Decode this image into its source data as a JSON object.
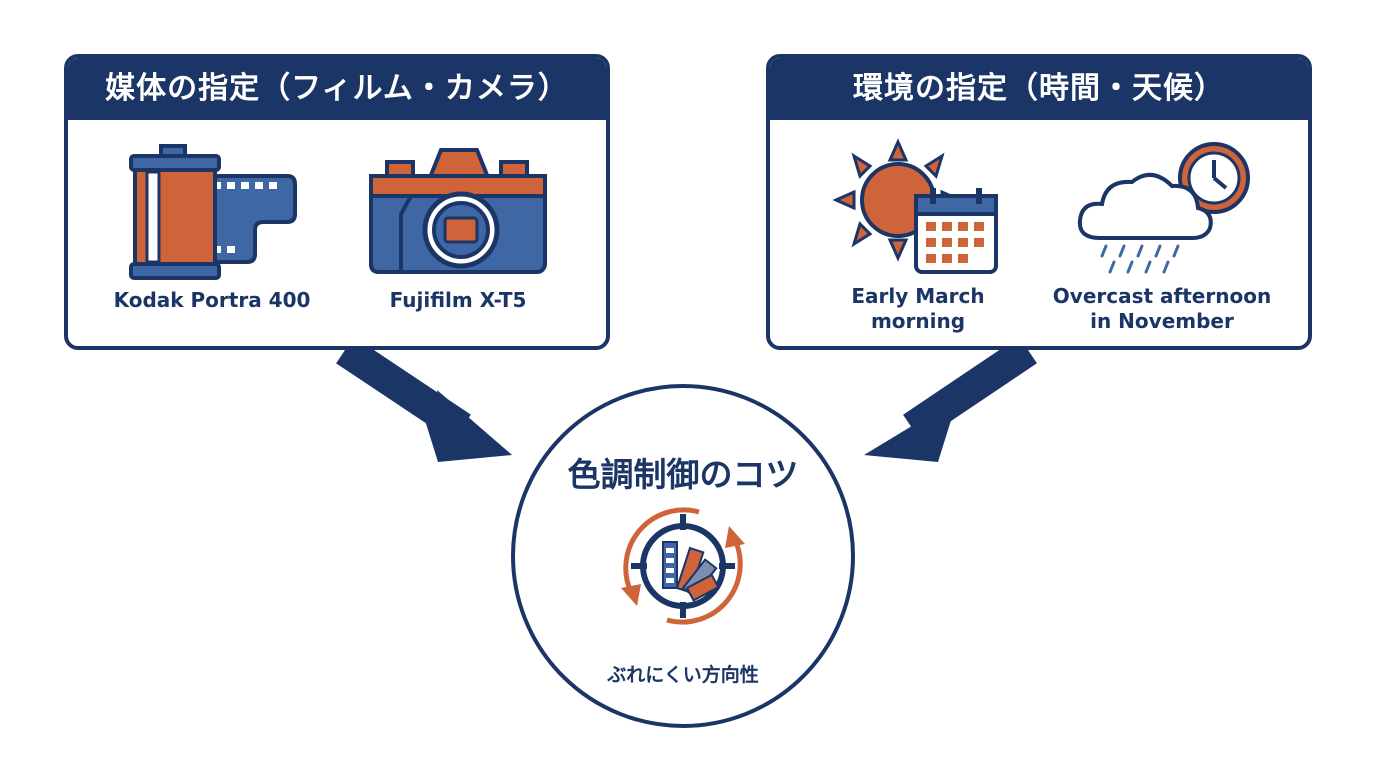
{
  "media_panel": {
    "title": "媒体の指定（フィルム・カメラ）",
    "items": [
      {
        "icon": "film-canister-icon",
        "label": "Kodak Portra 400"
      },
      {
        "icon": "camera-icon",
        "label": "Fujifilm X-T5"
      }
    ]
  },
  "environment_panel": {
    "title": "環境の指定（時間・天候）",
    "items": [
      {
        "icon": "sun-calendar-icon",
        "label_line1": "Early March",
        "label_line2": "morning"
      },
      {
        "icon": "rain-cloud-clock-icon",
        "label_line1": "Overcast afternoon",
        "label_line2": "in November"
      }
    ]
  },
  "hub": {
    "title": "色調制御のコツ",
    "subtitle": "ぶれにくい方向性",
    "icon": "color-swatch-target-icon"
  },
  "colors": {
    "navy": "#1b3566",
    "orange": "#cf643a",
    "blue": "#3e67a3"
  }
}
